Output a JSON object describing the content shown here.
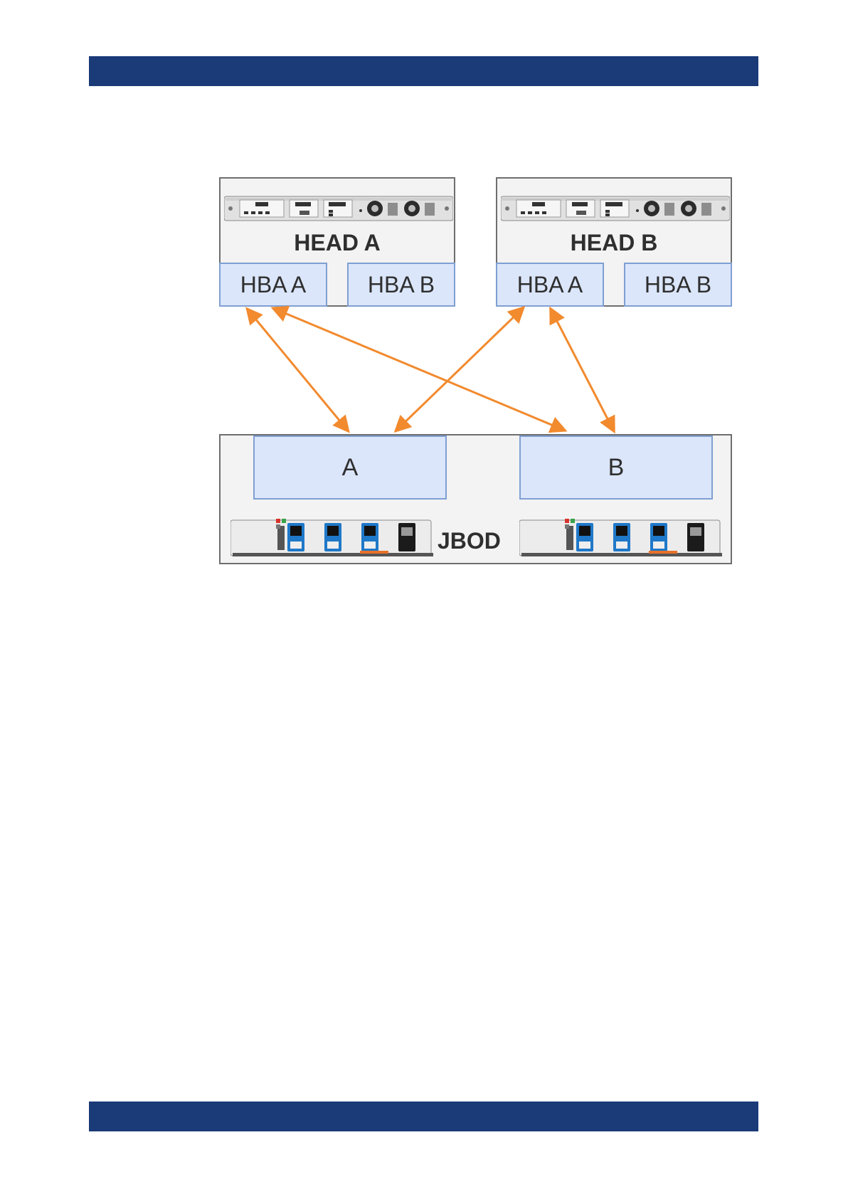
{
  "header_band": {
    "color": "#1a3a78"
  },
  "footer_band": {
    "color": "#1a3a78"
  },
  "colors": {
    "link": "#f28a2e",
    "box_fill": "#dbe6fb",
    "box_border": "#7f9fd3",
    "chassis_fill": "#f3f3f3",
    "chassis_border": "#6e6e6e"
  },
  "diagram": {
    "head_a": {
      "label": "HEAD A",
      "hba_a": "HBA A",
      "hba_b": "HBA B"
    },
    "head_b": {
      "label": "HEAD B",
      "hba_a": "HBA A",
      "hba_b": "HBA B"
    },
    "jbod": {
      "label": "JBOD",
      "controller_a": "A",
      "controller_b": "B"
    },
    "connections": [
      {
        "from": "HEAD A / HBA A",
        "to": "JBOD / A"
      },
      {
        "from": "HEAD A / HBA A",
        "to": "JBOD / B"
      },
      {
        "from": "HEAD B / HBA A",
        "to": "JBOD / A"
      },
      {
        "from": "HEAD B / HBA A",
        "to": "JBOD / B"
      }
    ]
  }
}
